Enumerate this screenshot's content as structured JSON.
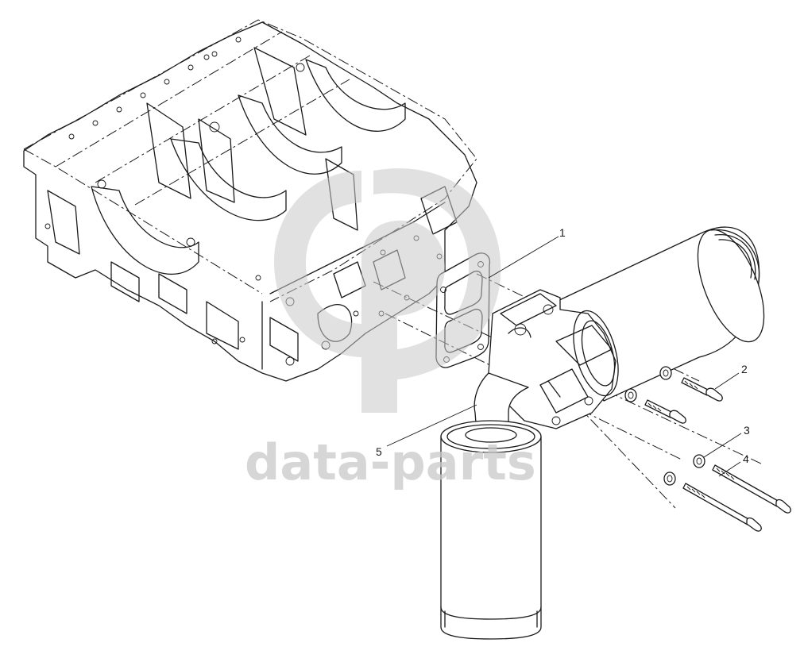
{
  "diagram": {
    "callouts": [
      {
        "id": "1",
        "label": "1"
      },
      {
        "id": "2",
        "label": "2"
      },
      {
        "id": "3",
        "label": "3"
      },
      {
        "id": "4",
        "label": "4"
      },
      {
        "id": "5",
        "label": "5"
      }
    ]
  },
  "watermark": {
    "text": "data-parts"
  },
  "colors": {
    "ink": "#1a1a1a",
    "watermark": "#c9c9c9",
    "background": "#ffffff"
  }
}
